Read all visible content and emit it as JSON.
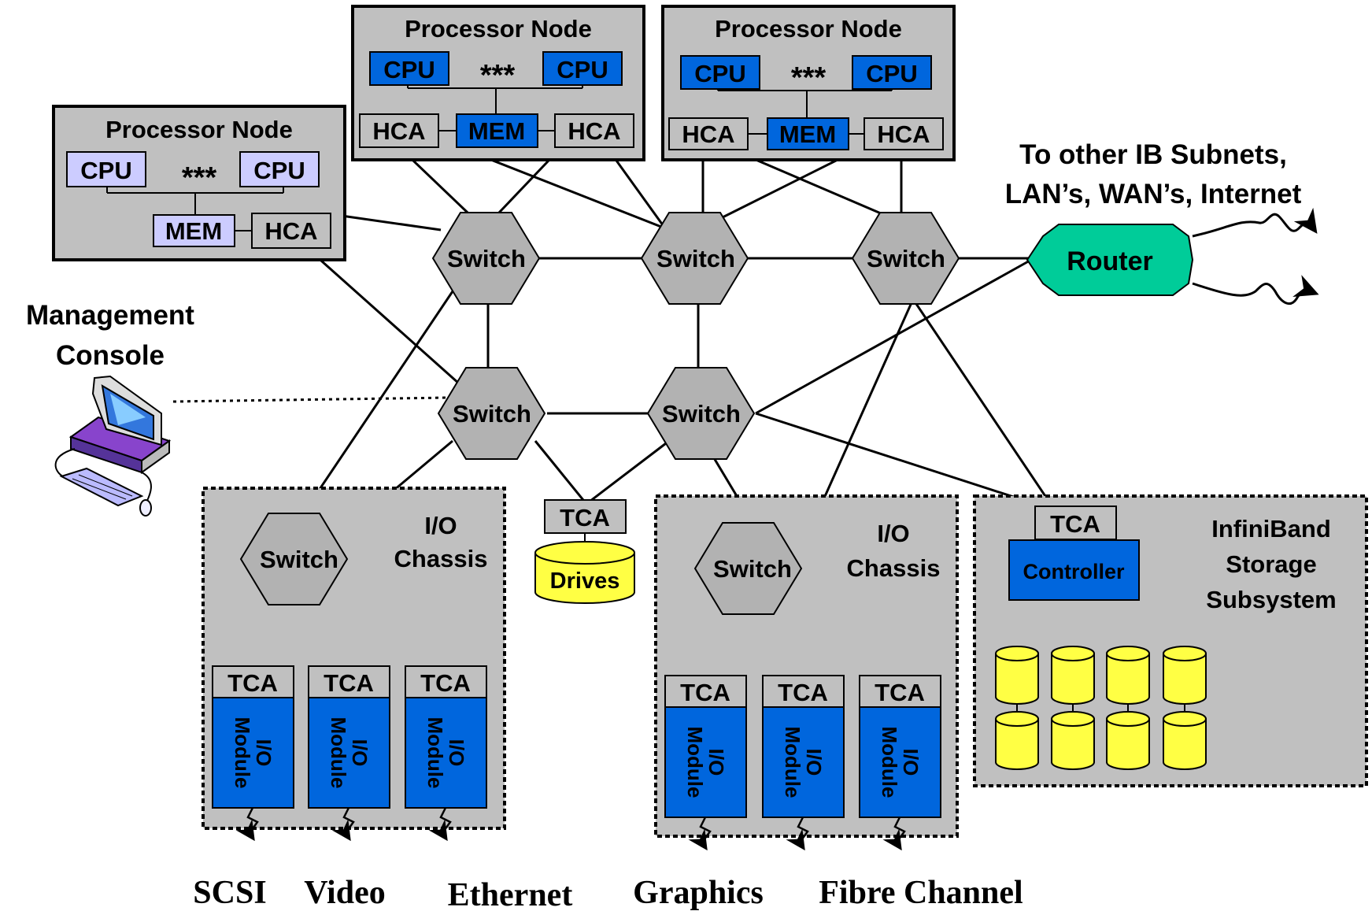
{
  "node_1": {
    "title": "Processor Node",
    "cpu_left": "CPU",
    "ellipsis": "***",
    "cpu_right": "CPU",
    "mem": "MEM",
    "hca": "HCA"
  },
  "node_2": {
    "title": "Processor Node",
    "cpu_left": "CPU",
    "ellipsis": "***",
    "cpu_right": "CPU",
    "hca_left": "HCA",
    "mem": "MEM",
    "hca_right": "HCA"
  },
  "node_3": {
    "title": "Processor Node",
    "cpu_left": "CPU",
    "ellipsis": "***",
    "cpu_right": "CPU",
    "hca_left": "HCA",
    "mem": "MEM",
    "hca_right": "HCA"
  },
  "switches": {
    "s1": "Switch",
    "s2": "Switch",
    "s3": "Switch",
    "s4": "Switch",
    "s5": "Switch"
  },
  "router": {
    "label": "Router",
    "caption_line1": "To other IB Subnets,",
    "caption_line2": "LAN’s, WAN’s, Internet"
  },
  "console": {
    "line1": "Management",
    "line2": "Console"
  },
  "drives": {
    "tca": "TCA",
    "label": "Drives"
  },
  "chassis_1": {
    "title_line1": "I/O",
    "title_line2": "Chassis",
    "switch": "Switch",
    "modules": [
      {
        "tca": "TCA",
        "label": "I/O Module"
      },
      {
        "tca": "TCA",
        "label": "I/O Module"
      },
      {
        "tca": "TCA",
        "label": "I/O Module"
      }
    ]
  },
  "chassis_2": {
    "title_line1": "I/O",
    "title_line2": "Chassis",
    "switch": "Switch",
    "modules": [
      {
        "tca": "TCA",
        "label": "I/O Module"
      },
      {
        "tca": "TCA",
        "label": "I/O Module"
      },
      {
        "tca": "TCA",
        "label": "I/O Module"
      }
    ]
  },
  "storage": {
    "tca": "TCA",
    "controller": "Controller",
    "title_line1": "InfiniBand",
    "title_line2": "Storage",
    "title_line3": "Subsystem"
  },
  "bottom_labels": {
    "scsi": "SCSI",
    "video": "Video",
    "ethernet": "Ethernet",
    "graphics": "Graphics",
    "fibre": "Fibre Channel"
  },
  "colors": {
    "box_gray": "#c0c0c0",
    "blue": "#0066dd",
    "light_purple": "#ccccff",
    "router_green": "#00cc99",
    "drive_yellow": "#ffff44",
    "switch_gray": "#b2b2b2"
  }
}
